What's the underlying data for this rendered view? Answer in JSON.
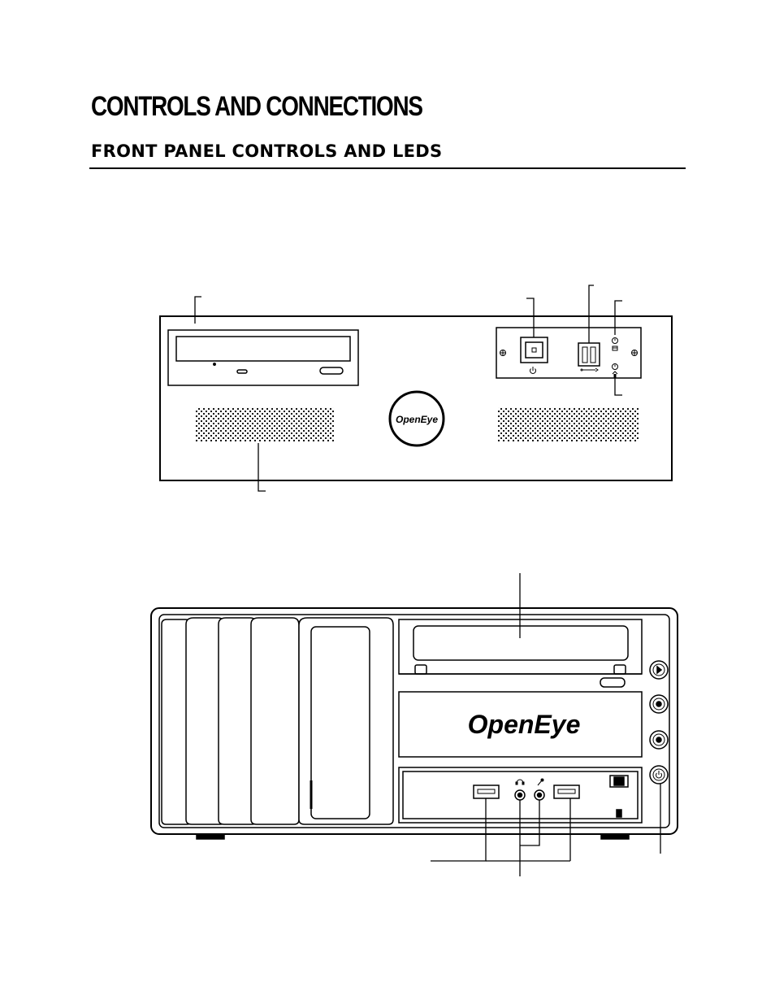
{
  "page": {
    "title": "CONTROLS AND CONNECTIONS",
    "section_heading": "FRONT PANEL CONTROLS AND LEDS"
  },
  "diagram_top": {
    "brand_logo": "OpenEye"
  },
  "diagram_bottom": {
    "brand_logo": "OpenEye"
  },
  "colors": {
    "ink": "#000000",
    "paper": "#ffffff"
  }
}
